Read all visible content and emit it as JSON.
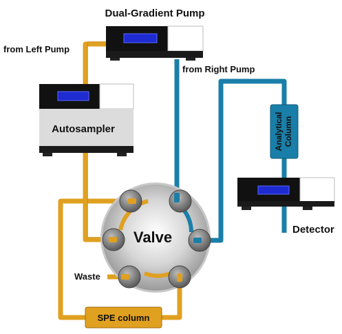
{
  "labels": {
    "pump_title": "Dual-Gradient Pump",
    "left_pump": "from Left Pump",
    "right_pump": "from Right Pump",
    "autosampler": "Autosampler",
    "valve": "Valve",
    "waste": "Waste",
    "spe_column": "SPE column",
    "analytical_line1": "Analytical",
    "analytical_line2": "Column",
    "detector": "Detector"
  },
  "colors": {
    "left_line": "#E0A020",
    "right_line": "#1A7FA8",
    "device_black": "#111111",
    "display_blue": "#1E2BD0",
    "autosampler_panel": "#DCDCDC"
  }
}
